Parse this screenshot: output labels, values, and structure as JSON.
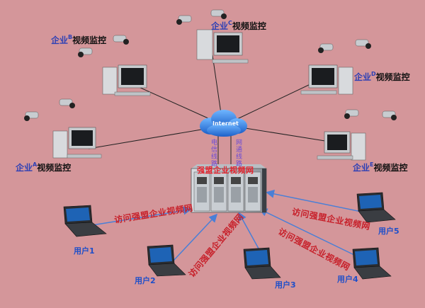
{
  "cloud": {
    "label": "Internet"
  },
  "server": {
    "title": "强盟企业视频网"
  },
  "links": {
    "left": "电信线路",
    "right": "网通线路"
  },
  "enterprises": [
    {
      "id": "A",
      "prefix": "企业",
      "letter": "A",
      "suffix": "视频监控"
    },
    {
      "id": "B",
      "prefix": "企业",
      "letter": "B",
      "suffix": "视频监控"
    },
    {
      "id": "C",
      "prefix": "企业",
      "letter": "C",
      "suffix": "视频监控"
    },
    {
      "id": "D",
      "prefix": "企业",
      "letter": "D",
      "suffix": "视频监控"
    },
    {
      "id": "E",
      "prefix": "企业",
      "letter": "E",
      "suffix": "视频监控"
    }
  ],
  "users": [
    "用户1",
    "用户2",
    "用户3",
    "用户4",
    "用户5"
  ],
  "access_label": "访问强盟企业视频网",
  "colors": {
    "background": "#d4969a",
    "arrow": "#4a7fd6",
    "access_text": "#c7202a",
    "user_text": "#1f4fc9"
  }
}
